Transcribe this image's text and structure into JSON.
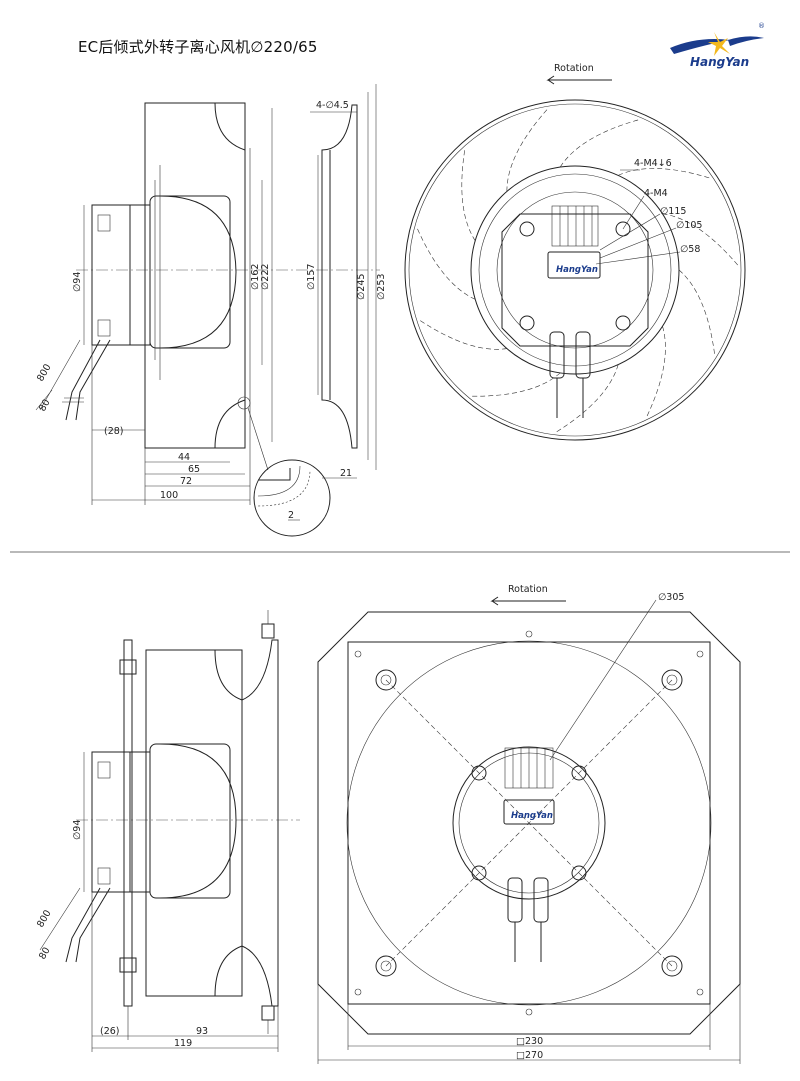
{
  "title": "EC后倾式外转子离心风机∅220/65",
  "brand": {
    "name": "HangYan",
    "registered": "®",
    "color": "#1b3c8c",
    "accent": "#f3b81d"
  },
  "rotation_label": "Rotation",
  "top_view": {
    "side_dims": [
      "∅94",
      "800",
      "80",
      "(28)",
      "44",
      "65",
      "72",
      "100"
    ],
    "diam_dims": [
      "∅162",
      "∅222"
    ],
    "inlet_dims": [
      "4-∅4.5",
      "∅157",
      "∅245",
      "∅253",
      "21"
    ],
    "detail_dim": "2",
    "front_dims": [
      "4-M4↓6",
      "4-M4",
      "∅115",
      "∅105",
      "∅58"
    ]
  },
  "bottom_view": {
    "side_dims": [
      "∅94",
      "800",
      "80",
      "(26)",
      "93",
      "119"
    ],
    "front_dims": [
      "∅305",
      "□230",
      "□270"
    ]
  },
  "motor_label": "HangYan"
}
